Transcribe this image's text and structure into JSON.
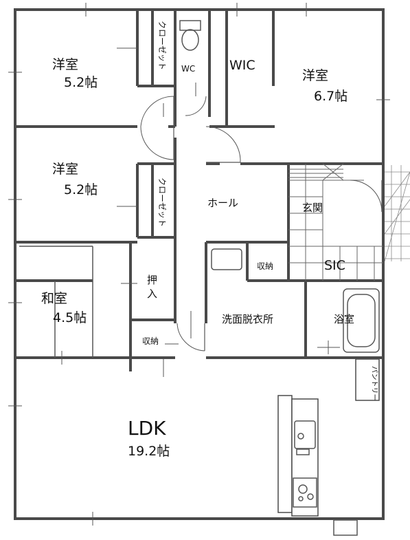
{
  "rooms": {
    "western_1": {
      "name": "洋室",
      "size": "5.2帖"
    },
    "western_2": {
      "name": "洋室",
      "size": "5.2帖"
    },
    "western_3": {
      "name": "洋室",
      "size": "6.7帖"
    },
    "japanese": {
      "name": "和室",
      "size": "4.5帖"
    },
    "ldk": {
      "name": "LDK",
      "size": "19.2帖"
    },
    "wc": "WC",
    "wic": "WIC",
    "hall": "ホール",
    "entrance": "玄関",
    "sic": "SIC",
    "storage_small": "収納",
    "closet_upper": "クローゼット",
    "closet_lower": "クローゼット",
    "oshiire_1": "押",
    "oshiire_2": "入",
    "storage_lower": "収納",
    "washroom": "洗面脱衣所",
    "bathroom": "浴室",
    "pantry": "パントリー"
  }
}
